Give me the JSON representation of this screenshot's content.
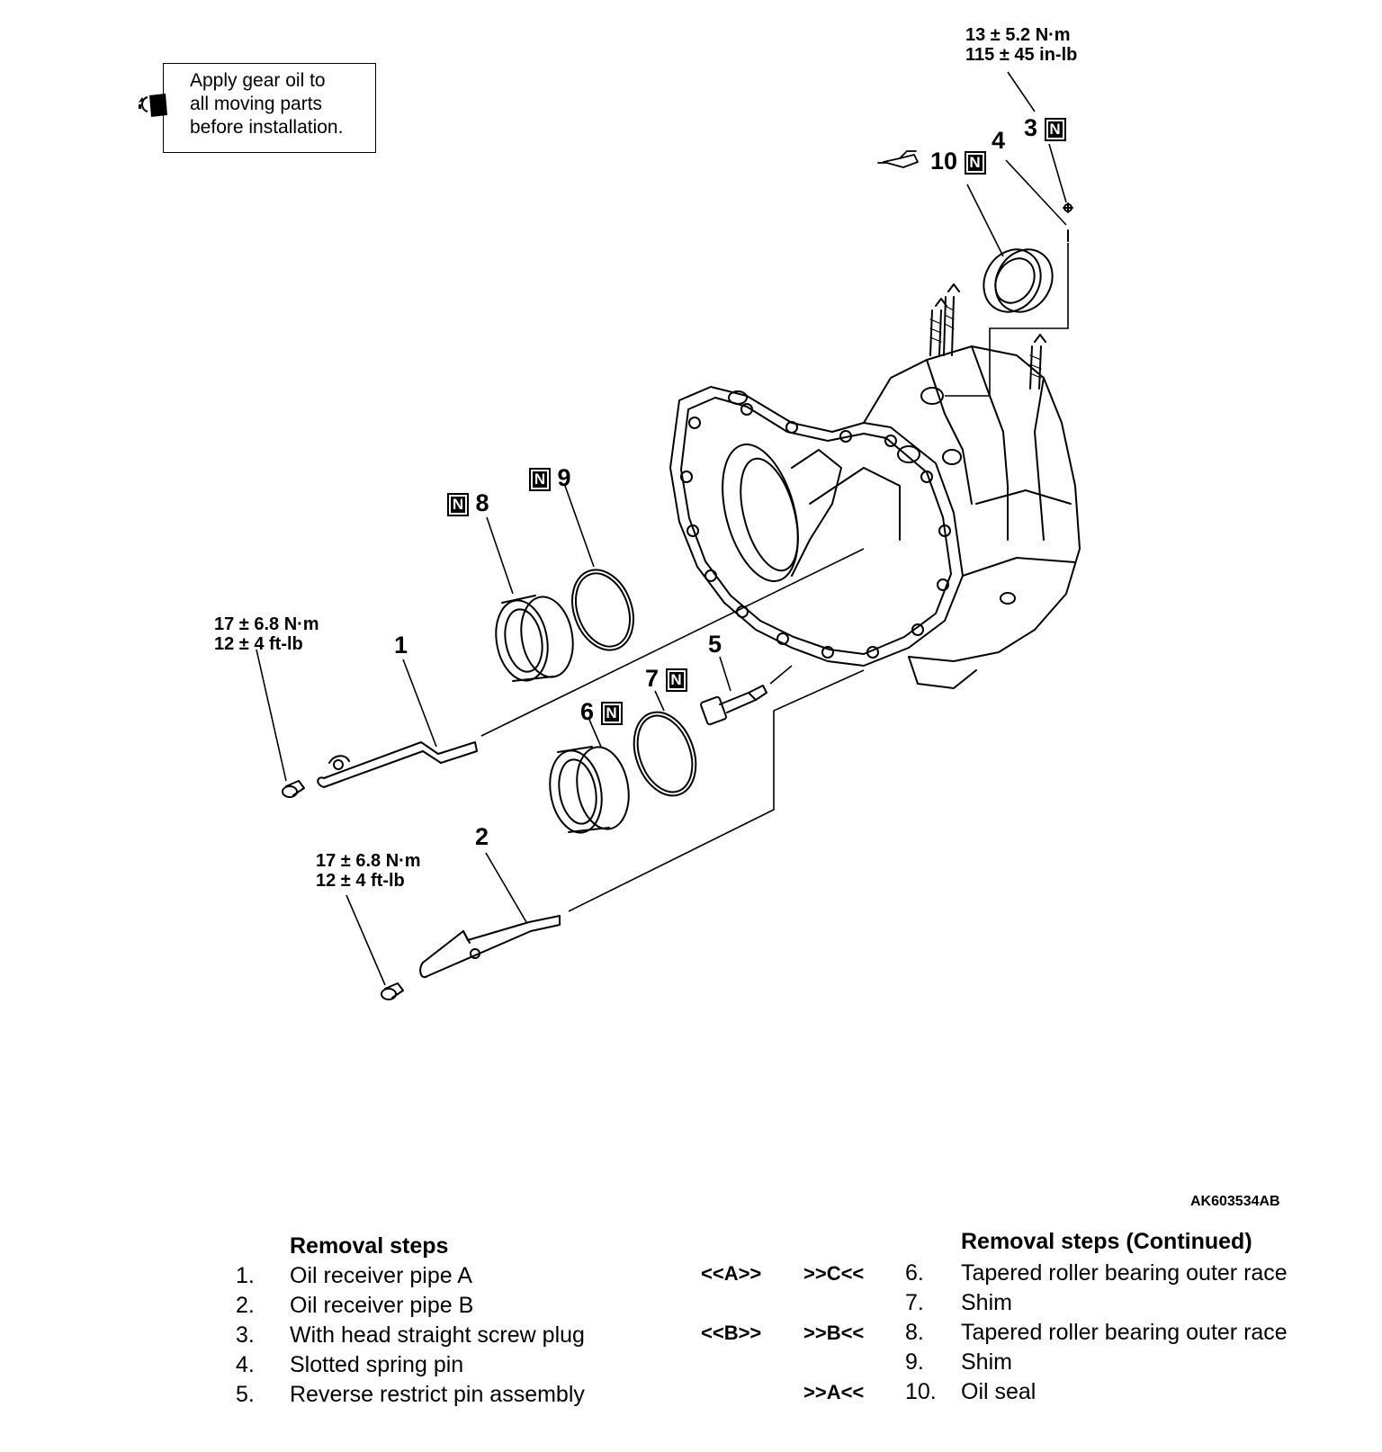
{
  "note": {
    "text_line1": "Apply gear oil to",
    "text_line2": "all moving parts",
    "text_line3": "before installation.",
    "icon": "oil-can-icon"
  },
  "torques": {
    "top": {
      "nm": "13 ± 5.2 N·m",
      "imperial": "115 ± 45 in-lb"
    },
    "pipe_a": {
      "nm": "17 ± 6.8 N·m",
      "imperial": "12 ± 4 ft-lb"
    },
    "pipe_b": {
      "nm": "17 ± 6.8 N·m",
      "imperial": "12 ± 4 ft-lb"
    }
  },
  "callouts": {
    "c1": "1",
    "c2": "2",
    "c3": "3",
    "c4": "4",
    "c5": "5",
    "c6": "6",
    "c7": "7",
    "c8": "8",
    "c9": "9",
    "c10": "10",
    "new_part_mark": "N"
  },
  "reference_code": "AK603534AB",
  "removal_steps": {
    "title": "Removal steps",
    "items": [
      {
        "num": "1.",
        "label": "Oil receiver pipe A"
      },
      {
        "num": "2.",
        "label": "Oil receiver pipe B"
      },
      {
        "num": "3.",
        "label": "With head straight screw plug"
      },
      {
        "num": "4.",
        "label": "Slotted spring pin"
      },
      {
        "num": "5.",
        "label": "Reverse restrict pin assembly"
      }
    ]
  },
  "removal_steps_continued": {
    "title": "Removal steps (Continued)",
    "items": [
      {
        "removal": "<<A>>",
        "install": ">>C<<",
        "num": "6.",
        "label": "Tapered roller bearing outer race"
      },
      {
        "removal": "",
        "install": "",
        "num": "7.",
        "label": "Shim"
      },
      {
        "removal": "<<B>>",
        "install": ">>B<<",
        "num": "8.",
        "label": "Tapered roller bearing outer race"
      },
      {
        "removal": "",
        "install": "",
        "num": "9.",
        "label": "Shim"
      },
      {
        "removal": "",
        "install": ">>A<<",
        "num": "10.",
        "label": "Oil seal"
      }
    ]
  }
}
